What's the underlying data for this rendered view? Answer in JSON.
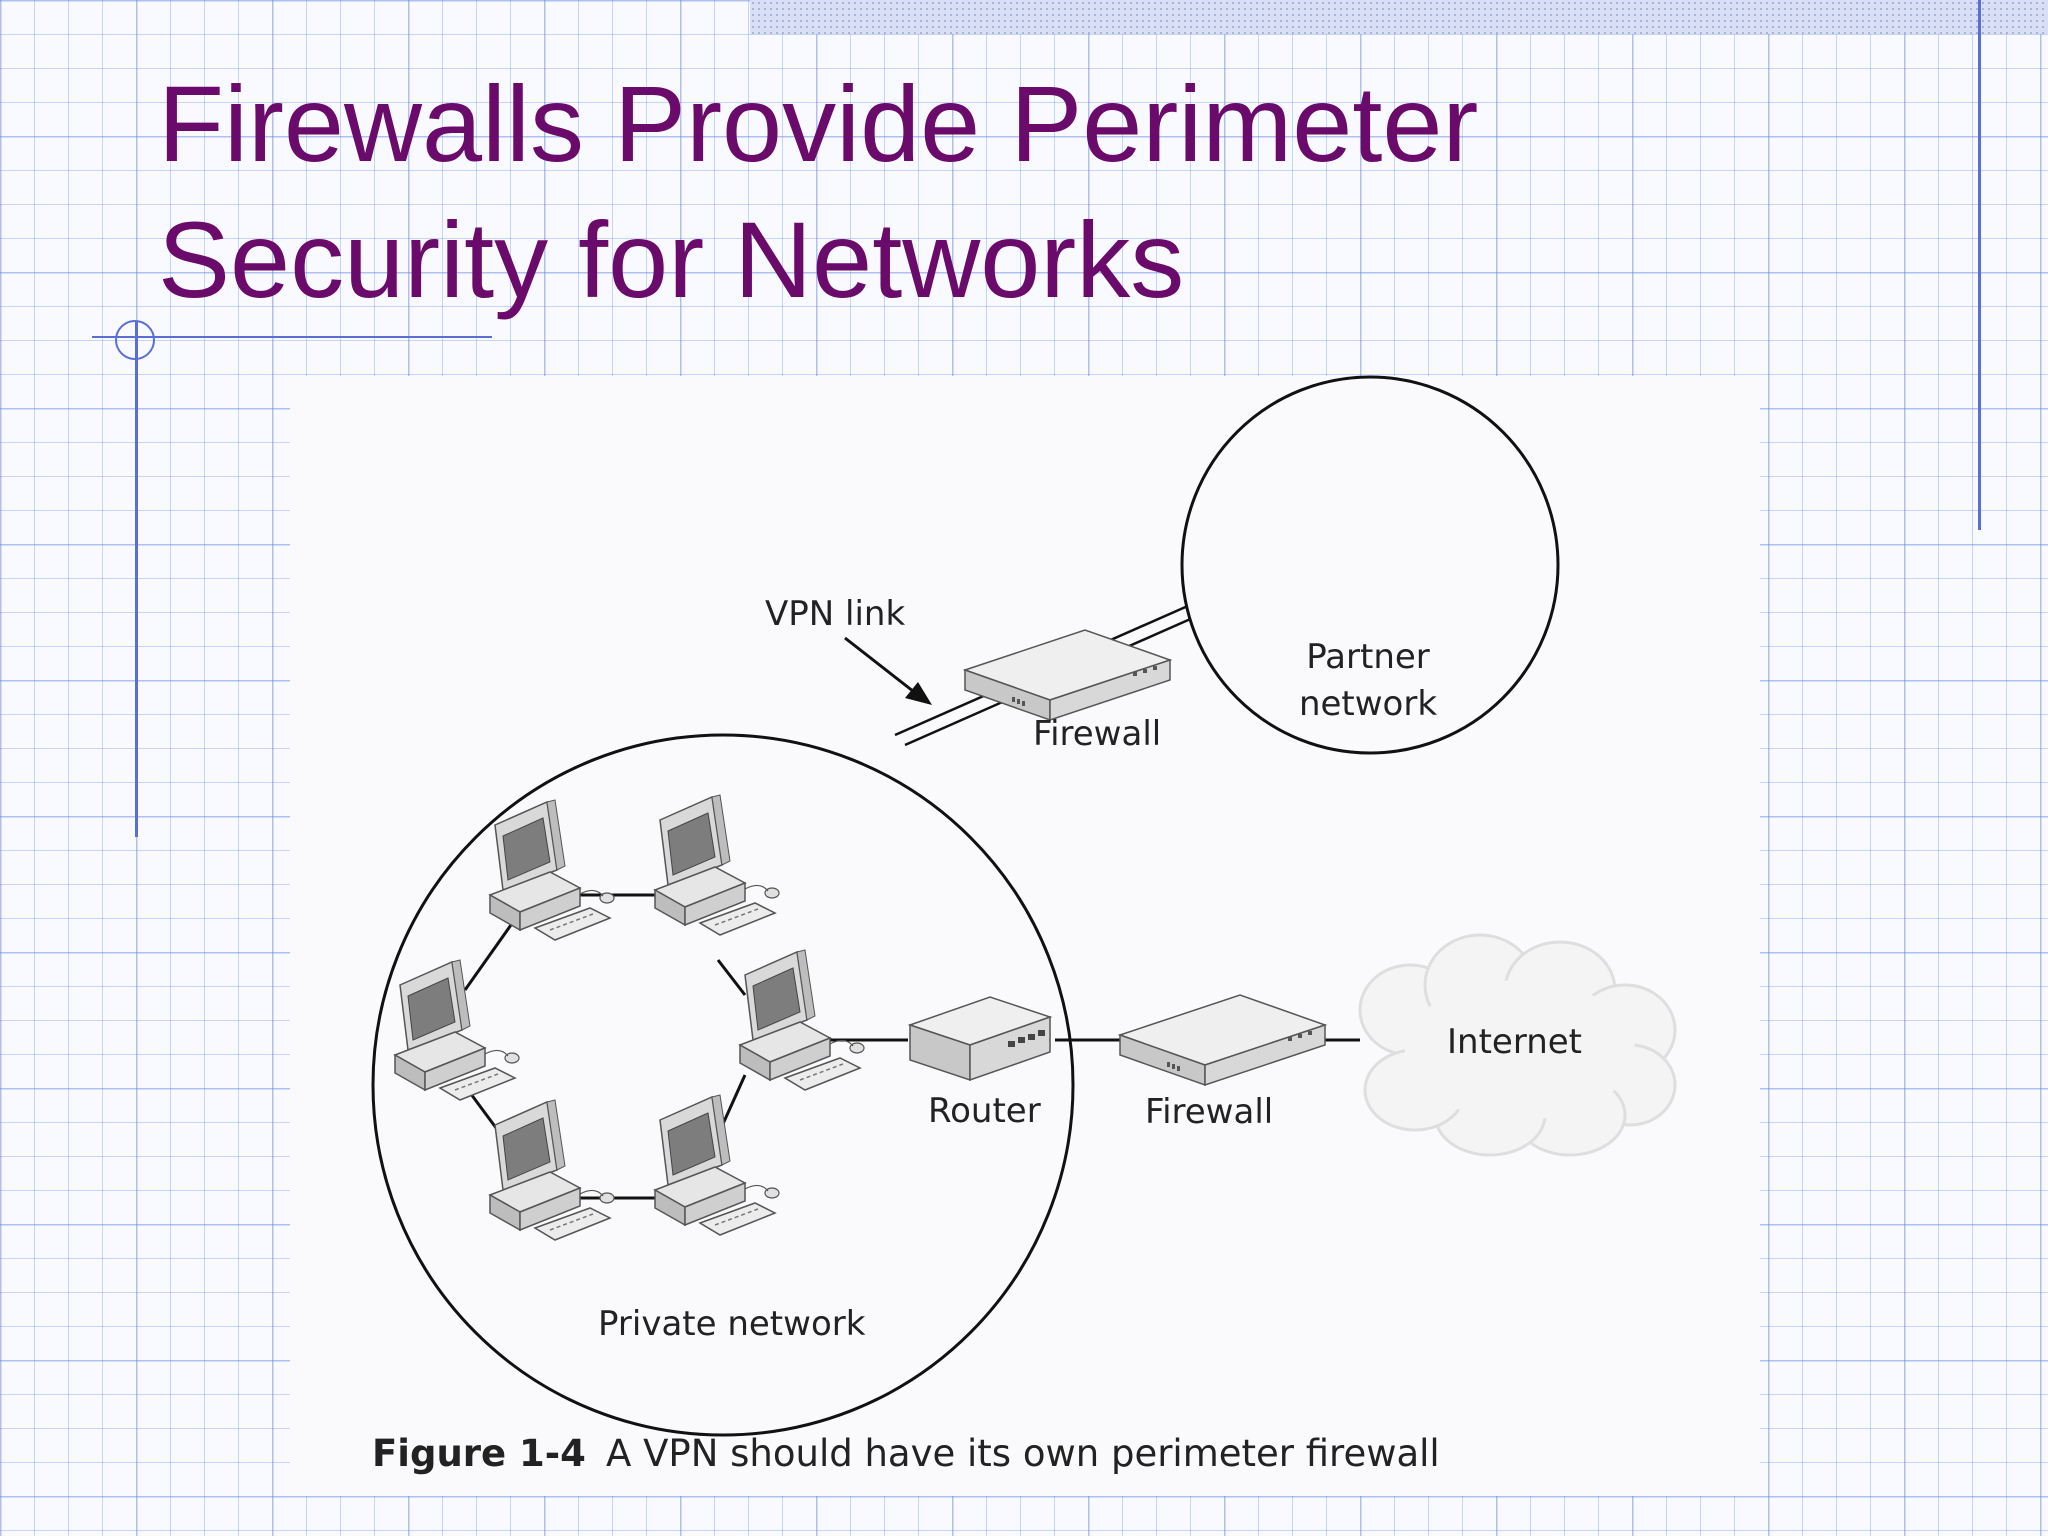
{
  "slide": {
    "title_line1": "Firewalls Provide Perimeter",
    "title_line2": "Security for Networks"
  },
  "diagram": {
    "vpn_link_label": "VPN link",
    "firewall_top_label": "Firewall",
    "partner_network_line1": "Partner",
    "partner_network_line2": "network",
    "router_label": "Router",
    "firewall_bottom_label": "Firewall",
    "internet_label": "Internet",
    "private_network_label": "Private network",
    "caption_number": "Figure 1-4",
    "caption_text": "A VPN should have its own perimeter firewall"
  },
  "colors": {
    "title": "#6a0a6a",
    "grid": "#7896e6",
    "accent_lines": "#5a6fd6"
  }
}
